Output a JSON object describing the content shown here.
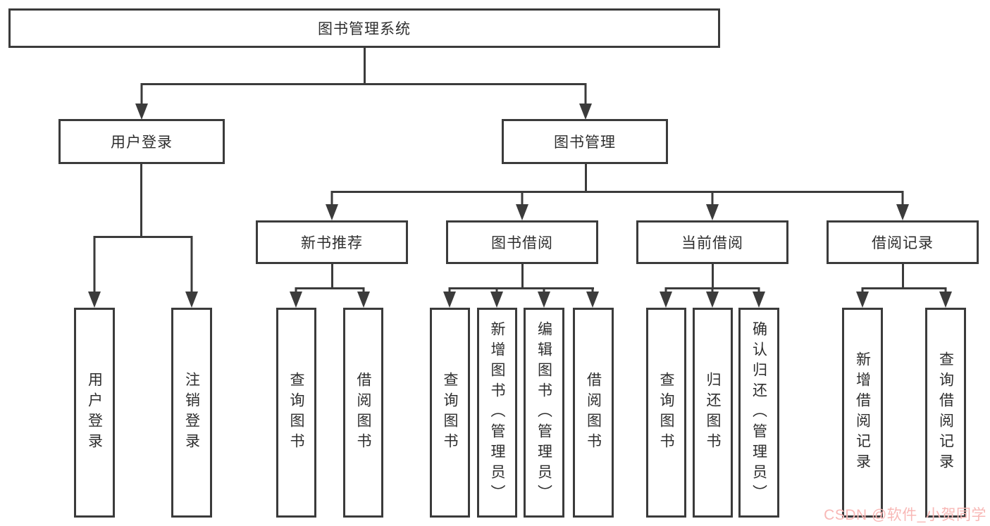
{
  "diagram": {
    "root": {
      "label": "图书管理系统"
    },
    "level1": [
      {
        "label": "用户登录"
      },
      {
        "label": "图书管理"
      }
    ],
    "level2": [
      {
        "label": "新书推荐"
      },
      {
        "label": "图书借阅"
      },
      {
        "label": "当前借阅"
      },
      {
        "label": "借阅记录"
      }
    ],
    "leaves": {
      "user_login": [
        {
          "label": "用户登录"
        },
        {
          "label": "注销登录"
        }
      ],
      "new_book": [
        {
          "label": "查询图书"
        },
        {
          "label": "借阅图书"
        }
      ],
      "book_borrow": [
        {
          "label": "查询图书"
        },
        {
          "label": "新增图书（管理员）"
        },
        {
          "label": "编辑图书（管理员）"
        },
        {
          "label": "借阅图书"
        }
      ],
      "current_borrow": [
        {
          "label": "查询图书"
        },
        {
          "label": "归还图书"
        },
        {
          "label": "确认归还（管理员）"
        }
      ],
      "borrow_record": [
        {
          "label": "新增借阅记录"
        },
        {
          "label": "查询借阅记录"
        }
      ]
    }
  },
  "watermark": {
    "text": "CSDN @软件_小贺同学"
  },
  "colors": {
    "line": "#3b3b3b",
    "text": "#2e2e2e",
    "box_bg": "#ffffff",
    "watermark": "#f8b8b6"
  }
}
